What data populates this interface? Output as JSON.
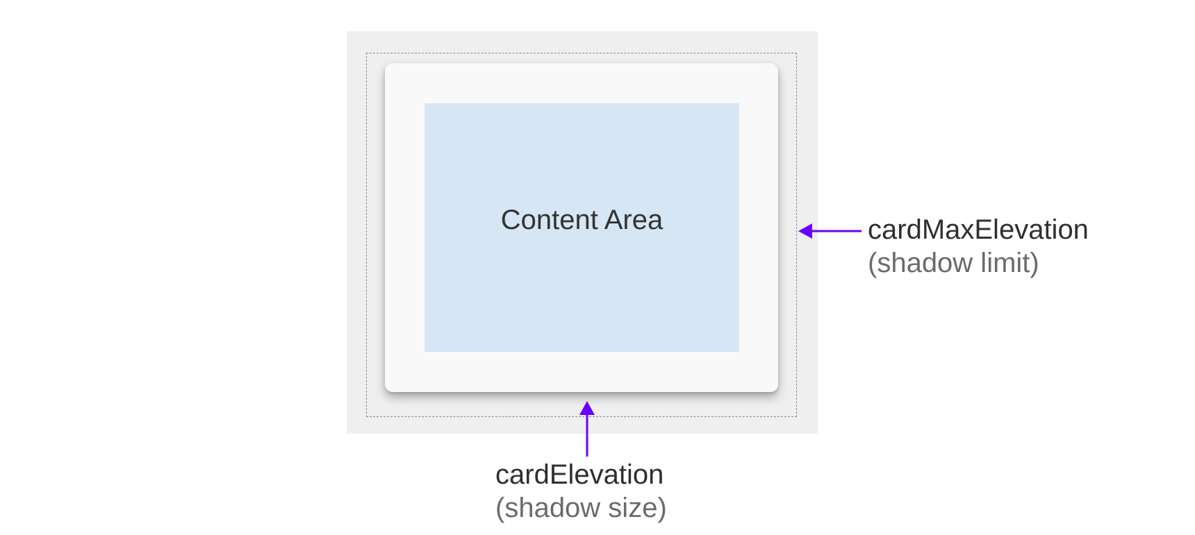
{
  "content_area": {
    "label": "Content Area",
    "color": "#d6e6f4"
  },
  "card": {
    "color": "#f9f9f9"
  },
  "max_elevation": {
    "title": "cardMaxElevation",
    "subtitle": "(shadow limit)"
  },
  "elevation": {
    "title": "cardElevation",
    "subtitle": "(shadow size)"
  },
  "colors": {
    "arrow": "#6a00ff",
    "outer_background": "#efefef"
  }
}
